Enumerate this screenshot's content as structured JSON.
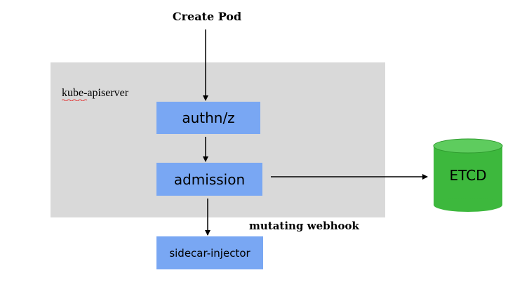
{
  "diagram": {
    "title": "Create Pod",
    "container_label": "kube-apiserver",
    "nodes": {
      "authnz": "authn/z",
      "admission": "admission",
      "sidecar": "sidecar-injector",
      "etcd": "ETCD"
    },
    "edge_label": "mutating webhook",
    "edges": [
      {
        "from": "Create Pod",
        "to": "authn/z"
      },
      {
        "from": "authn/z",
        "to": "admission"
      },
      {
        "from": "admission",
        "to": "ETCD"
      },
      {
        "from": "admission",
        "to": "sidecar-injector"
      }
    ],
    "colors": {
      "container": "#d9d9d9",
      "box": "#79a7f3",
      "database": "#3db83d",
      "database_top": "#5ecc5e"
    }
  }
}
